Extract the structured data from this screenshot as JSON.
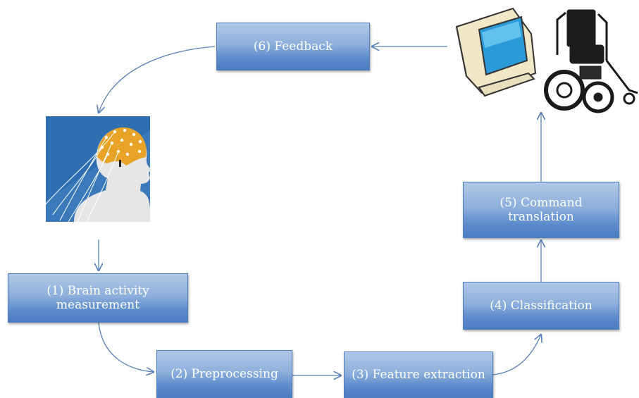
{
  "steps": {
    "s1": "(1) Brain activity\nmeasurement",
    "s2": "(2) Preprocessing",
    "s3": "(3) Feature extraction",
    "s4": "(4) Classification",
    "s5": "(5) Command\ntranslation",
    "s6": "(6) Feedback"
  },
  "icons": {
    "eeg": "eeg-cap-head-icon",
    "monitor": "computer-monitor-icon",
    "wheelchair": "wheelchair-icon"
  },
  "colors": {
    "box_top": "#b0c8e6",
    "box_bottom": "#4a7cc1",
    "arrow": "#5b82b8",
    "eeg_bg": "#2d6fb0",
    "cap": "#e9a326"
  }
}
